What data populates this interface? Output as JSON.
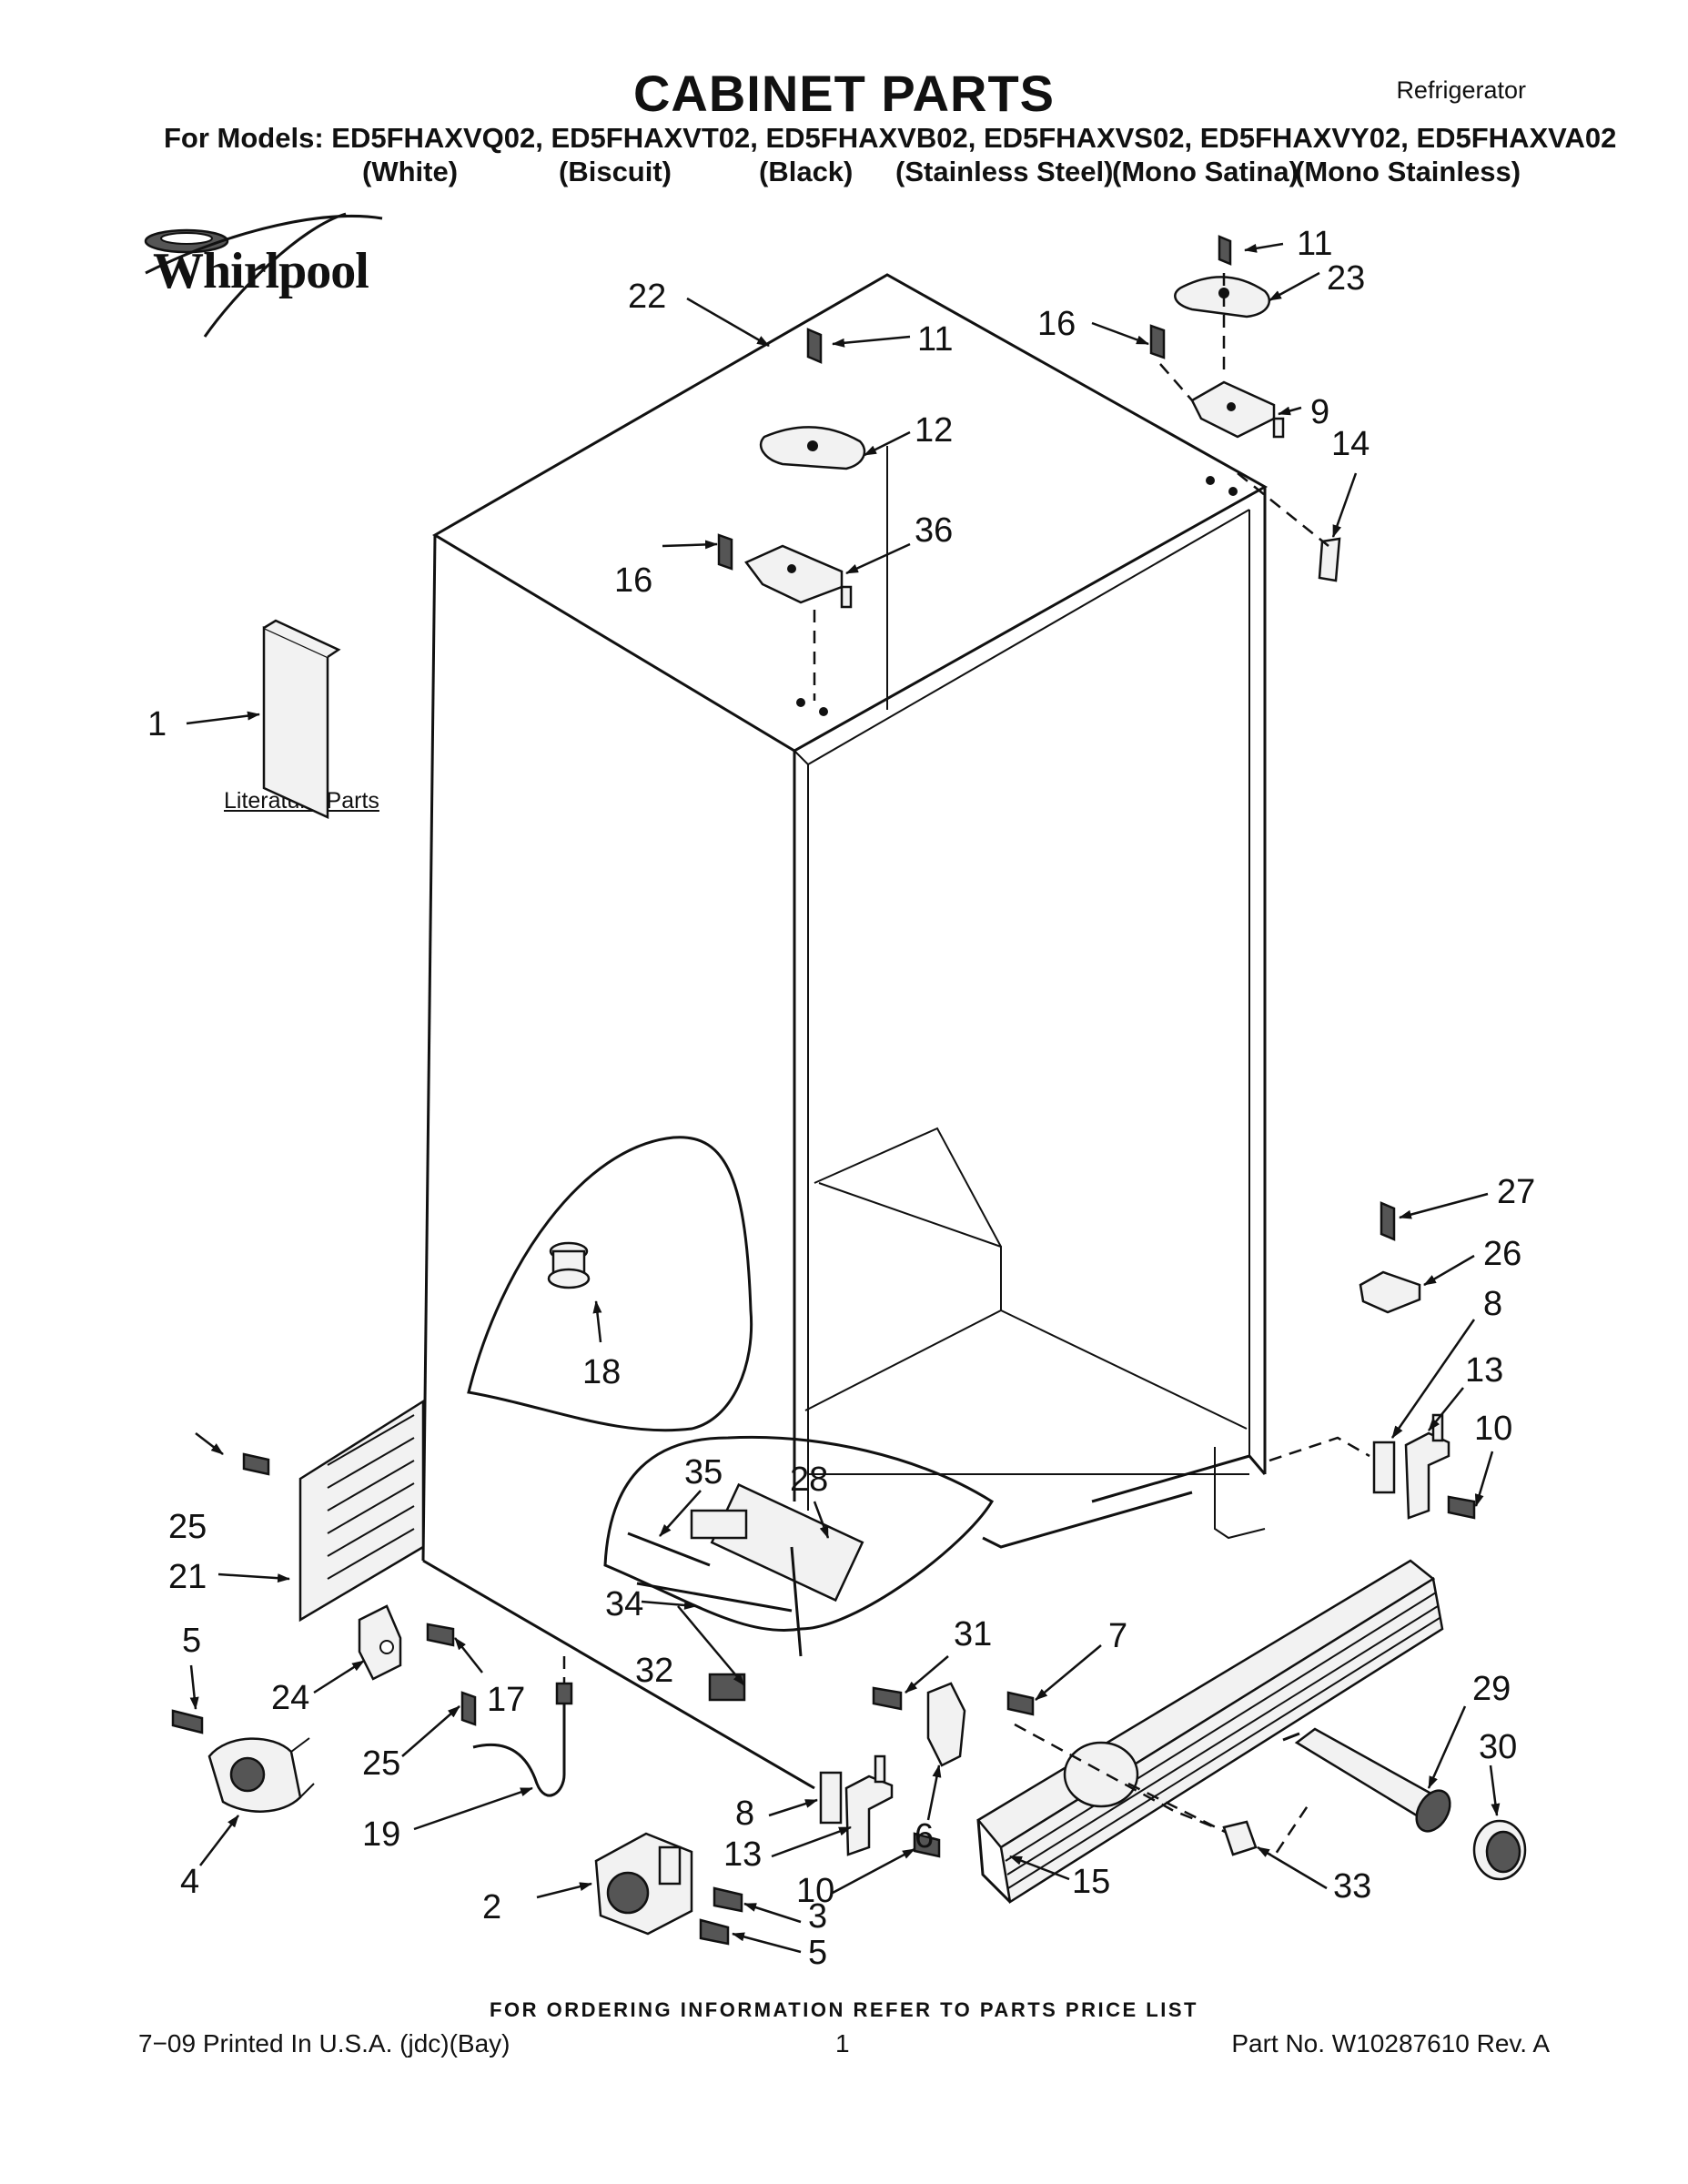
{
  "header": {
    "title": "CABINET PARTS",
    "category": "Refrigerator",
    "models_line": "For Models: ED5FHAXVQ02, ED5FHAXVT02, ED5FHAXVB02, ED5FHAXVS02, ED5FHAXVY02, ED5FHAXVA02",
    "colors": [
      "(White)",
      "(Biscuit)",
      "(Black)",
      "(Stainless Steel)",
      "(Mono Satina)",
      "(Mono Stainless)"
    ]
  },
  "brand": {
    "logo_text": "Whirlpool",
    "logo_icon": "whirlpool-swirl-logo"
  },
  "literature_label": "Literature Parts",
  "callouts": [
    "1",
    "2",
    "3",
    "4",
    "5",
    "5",
    "6",
    "7",
    "8",
    "8",
    "9",
    "10",
    "10",
    "11",
    "11",
    "12",
    "13",
    "13",
    "14",
    "15",
    "16",
    "16",
    "17",
    "18",
    "19",
    "21",
    "22",
    "23",
    "24",
    "25",
    "25",
    "26",
    "27",
    "28",
    "29",
    "30",
    "31",
    "32",
    "33",
    "34",
    "35",
    "36"
  ],
  "footer": {
    "ordering": "FOR ORDERING INFORMATION REFER TO PARTS PRICE LIST",
    "printed": "7−09 Printed In U.S.A. (jdc)(Bay)",
    "page": "1",
    "part_no": "Part No. W10287610 Rev. A"
  }
}
